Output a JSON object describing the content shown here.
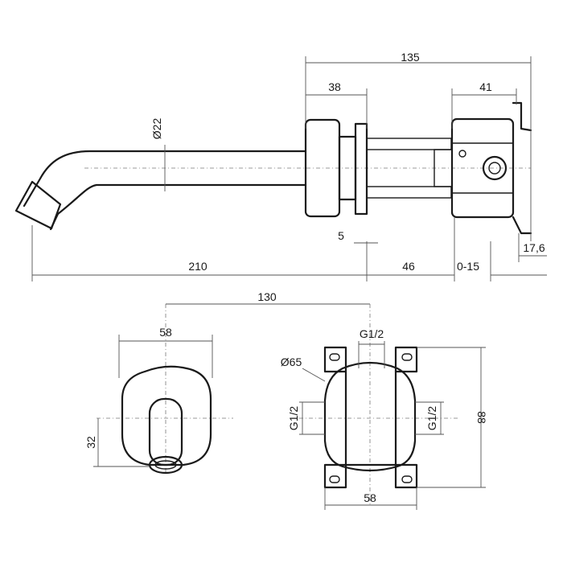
{
  "dimensions": {
    "total_depth": "135",
    "rosette_depth": "38",
    "box_depth": "41",
    "spout_diameter": "Ø22",
    "rosette_gap": "5",
    "spout_length": "210",
    "mid_length": "46",
    "adjust_range": "0-15",
    "flange_depth": "17,6",
    "center_distance": "130",
    "rosette_width": "58",
    "spout_height": "32",
    "port_top": "G1/2",
    "box_diameter": "Ø65",
    "port_left": "G1/2",
    "port_right": "G1/2",
    "box_height": "88",
    "box_width": "58"
  }
}
